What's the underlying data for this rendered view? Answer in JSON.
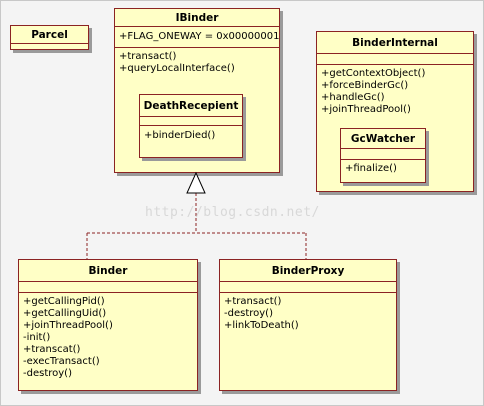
{
  "classes": {
    "parcel": {
      "name": "Parcel"
    },
    "ibinder": {
      "name": "IBinder",
      "fields": [
        "+FLAG_ONEWAY = 0x00000001"
      ],
      "methods": [
        "+transact()",
        "+queryLocalInterface()"
      ]
    },
    "death_recipient": {
      "name": "DeathRecepient",
      "methods": [
        "+binderDied()"
      ]
    },
    "binder_internal": {
      "name": "BinderInternal",
      "methods": [
        "+getContextObject()",
        "+forceBinderGc()",
        "+handleGc()",
        "+joinThreadPool()"
      ]
    },
    "gc_watcher": {
      "name": "GcWatcher",
      "methods": [
        "+finalize()"
      ]
    },
    "binder": {
      "name": "Binder",
      "methods": [
        "+getCallingPid()",
        "+getCallingUid()",
        "+joinThreadPool()",
        "-init()",
        "+transcat()",
        "-execTransact()",
        "-destroy()"
      ]
    },
    "binder_proxy": {
      "name": "BinderProxy",
      "methods": [
        "+transact()",
        "-destroy()",
        "+linkToDeath()"
      ]
    }
  },
  "watermark": "http://blog.csdn.net/",
  "colors": {
    "box_fill": "#ffffc6",
    "box_border": "#8b2323",
    "connector": "#8b2323",
    "shadow": "#9a9a9a"
  }
}
